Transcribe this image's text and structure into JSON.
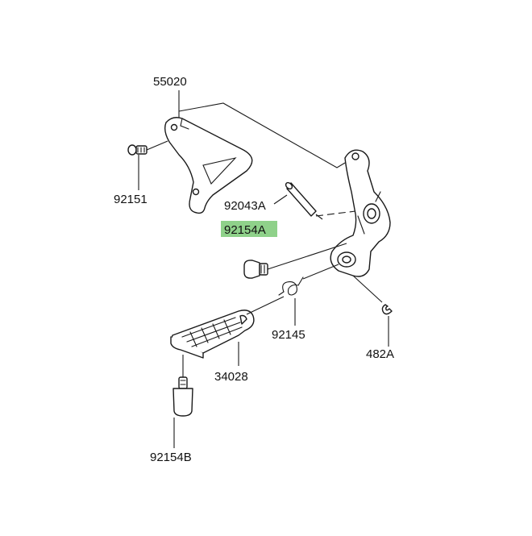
{
  "diagram": {
    "highlight_color": "#8fd18a",
    "line_color": "#1a1a1a",
    "labels": {
      "bracket": "55020",
      "bolt_top": "92151",
      "pin": "92043A",
      "bolt_highlighted": "92154A",
      "spring": "92145",
      "circlip": "482A",
      "footpeg": "34028",
      "bolt_bottom": "92154B"
    }
  }
}
